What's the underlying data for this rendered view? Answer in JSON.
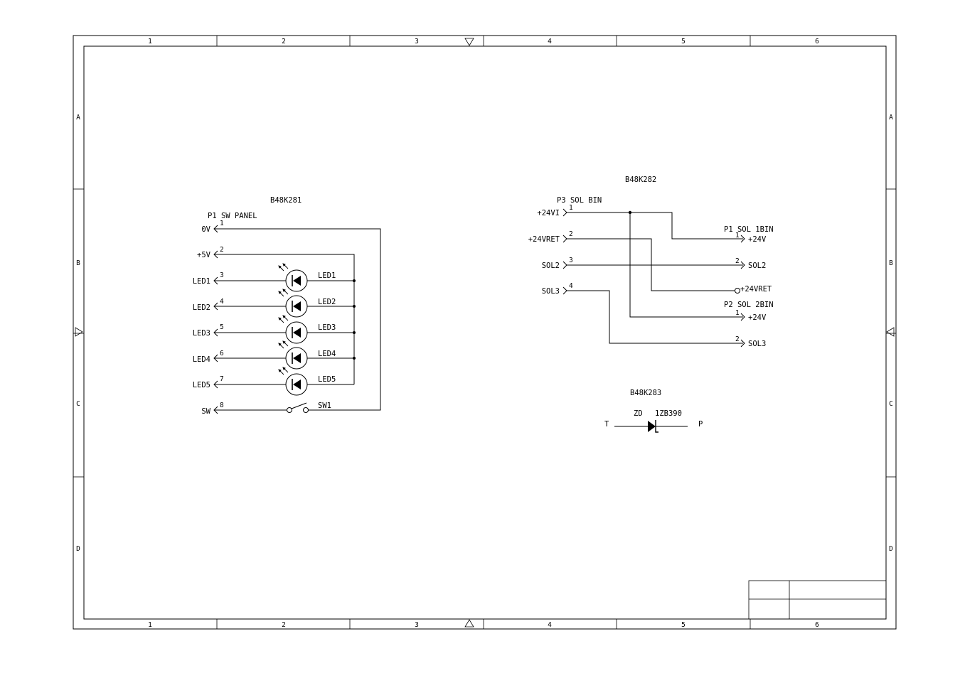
{
  "frame": {
    "columns": [
      "1",
      "2",
      "3",
      "4",
      "5",
      "6"
    ],
    "rows": [
      "A",
      "B",
      "C",
      "D"
    ]
  },
  "sw_panel": {
    "part": "B48K281",
    "connector": "P1 SW PANEL",
    "pins": [
      {
        "num": "1",
        "name": "0V"
      },
      {
        "num": "2",
        "name": "+5V"
      },
      {
        "num": "3",
        "name": "LED1",
        "component": "LED1"
      },
      {
        "num": "4",
        "name": "LED2",
        "component": "LED2"
      },
      {
        "num": "5",
        "name": "LED3",
        "component": "LED3"
      },
      {
        "num": "6",
        "name": "LED4",
        "component": "LED4"
      },
      {
        "num": "7",
        "name": "LED5",
        "component": "LED5"
      },
      {
        "num": "8",
        "name": "SW",
        "component": "SW1"
      }
    ]
  },
  "sol_bin": {
    "part": "B48K282",
    "input_connector": "P3 SOL BIN",
    "inputs": [
      {
        "num": "1",
        "name": "+24VI"
      },
      {
        "num": "2",
        "name": "+24VRET"
      },
      {
        "num": "3",
        "name": "SOL2"
      },
      {
        "num": "4",
        "name": "SOL3"
      }
    ],
    "out1_connector": "P1 SOL 1BIN",
    "out2_connector": "P2 SOL 2BIN",
    "outputs": [
      {
        "num": "1",
        "name": "+24V"
      },
      {
        "num": "2",
        "name": "SOL2"
      },
      {
        "num": "",
        "name": "+24VRET"
      },
      {
        "num": "1",
        "name": "+24V"
      },
      {
        "num": "2",
        "name": "SOL3"
      }
    ]
  },
  "zener": {
    "part": "B48K283",
    "label": "ZD",
    "value": "1ZB390",
    "left": "T",
    "right": "P"
  }
}
